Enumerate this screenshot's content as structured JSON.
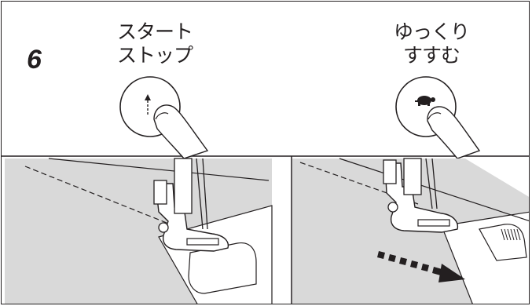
{
  "step": {
    "number": "6"
  },
  "buttons": {
    "start_stop": {
      "line1": "スタート",
      "line2": "ストップ",
      "icon": "start-stop-arrow-icon"
    },
    "slow": {
      "line1": "ゆっくり",
      "line2": "すすむ",
      "icon": "turtle-icon"
    }
  },
  "colors": {
    "line": "#231f20",
    "fabric": "#d9d9d9",
    "background": "#ffffff"
  }
}
